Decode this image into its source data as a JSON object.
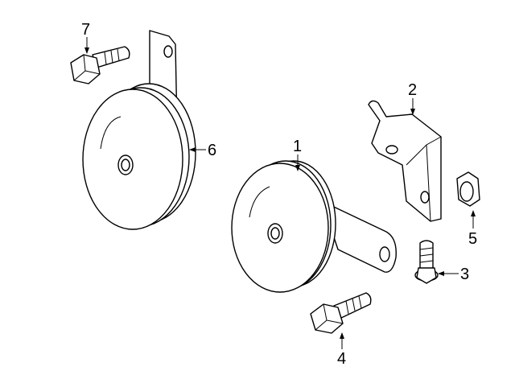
{
  "diagram": {
    "callouts": [
      {
        "id": "1",
        "part": "horn-low"
      },
      {
        "id": "2",
        "part": "bracket"
      },
      {
        "id": "3",
        "part": "bracket-bolt"
      },
      {
        "id": "4",
        "part": "horn-bolt"
      },
      {
        "id": "5",
        "part": "nut"
      },
      {
        "id": "6",
        "part": "horn-high"
      },
      {
        "id": "7",
        "part": "horn-bolt-upper"
      }
    ]
  }
}
